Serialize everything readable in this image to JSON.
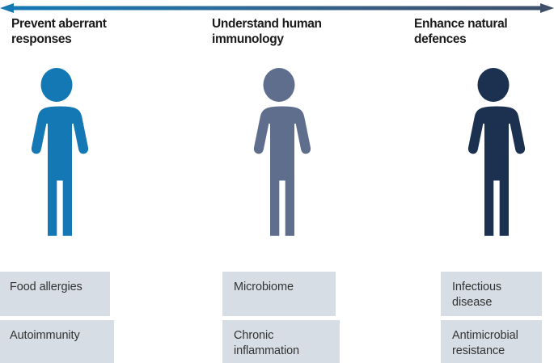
{
  "diagram": {
    "title_arrow": {
      "name": "spectrum-arrow",
      "direction": "double-headed",
      "left_color": "#1378b4",
      "right_color": "#3d4f6b"
    },
    "columns": [
      {
        "heading": "Prevent aberrant\nresponses",
        "figure_icon": "person-figure-icon",
        "figure_color": "#1378b4",
        "labels": [
          {
            "text": "Food allergies"
          },
          {
            "text": "Autoimmunity"
          }
        ]
      },
      {
        "heading": "Understand human\nimmunology",
        "figure_icon": "person-figure-icon",
        "figure_color": "#5e6e8c",
        "labels": [
          {
            "text": "Microbiome"
          },
          {
            "text": "Chronic\ninflammation"
          }
        ]
      },
      {
        "heading": "Enhance natural\ndefences",
        "figure_icon": "person-figure-icon",
        "figure_color": "#1c3050",
        "labels": [
          {
            "text": "Infectious\ndisease"
          },
          {
            "text": "Antimicrobial\nresistance"
          }
        ]
      }
    ],
    "palette": {
      "label_box_fill": "#d6dde4",
      "label_text": "#333333",
      "heading_text": "#1a1a1a",
      "background": "#ffffff"
    }
  }
}
